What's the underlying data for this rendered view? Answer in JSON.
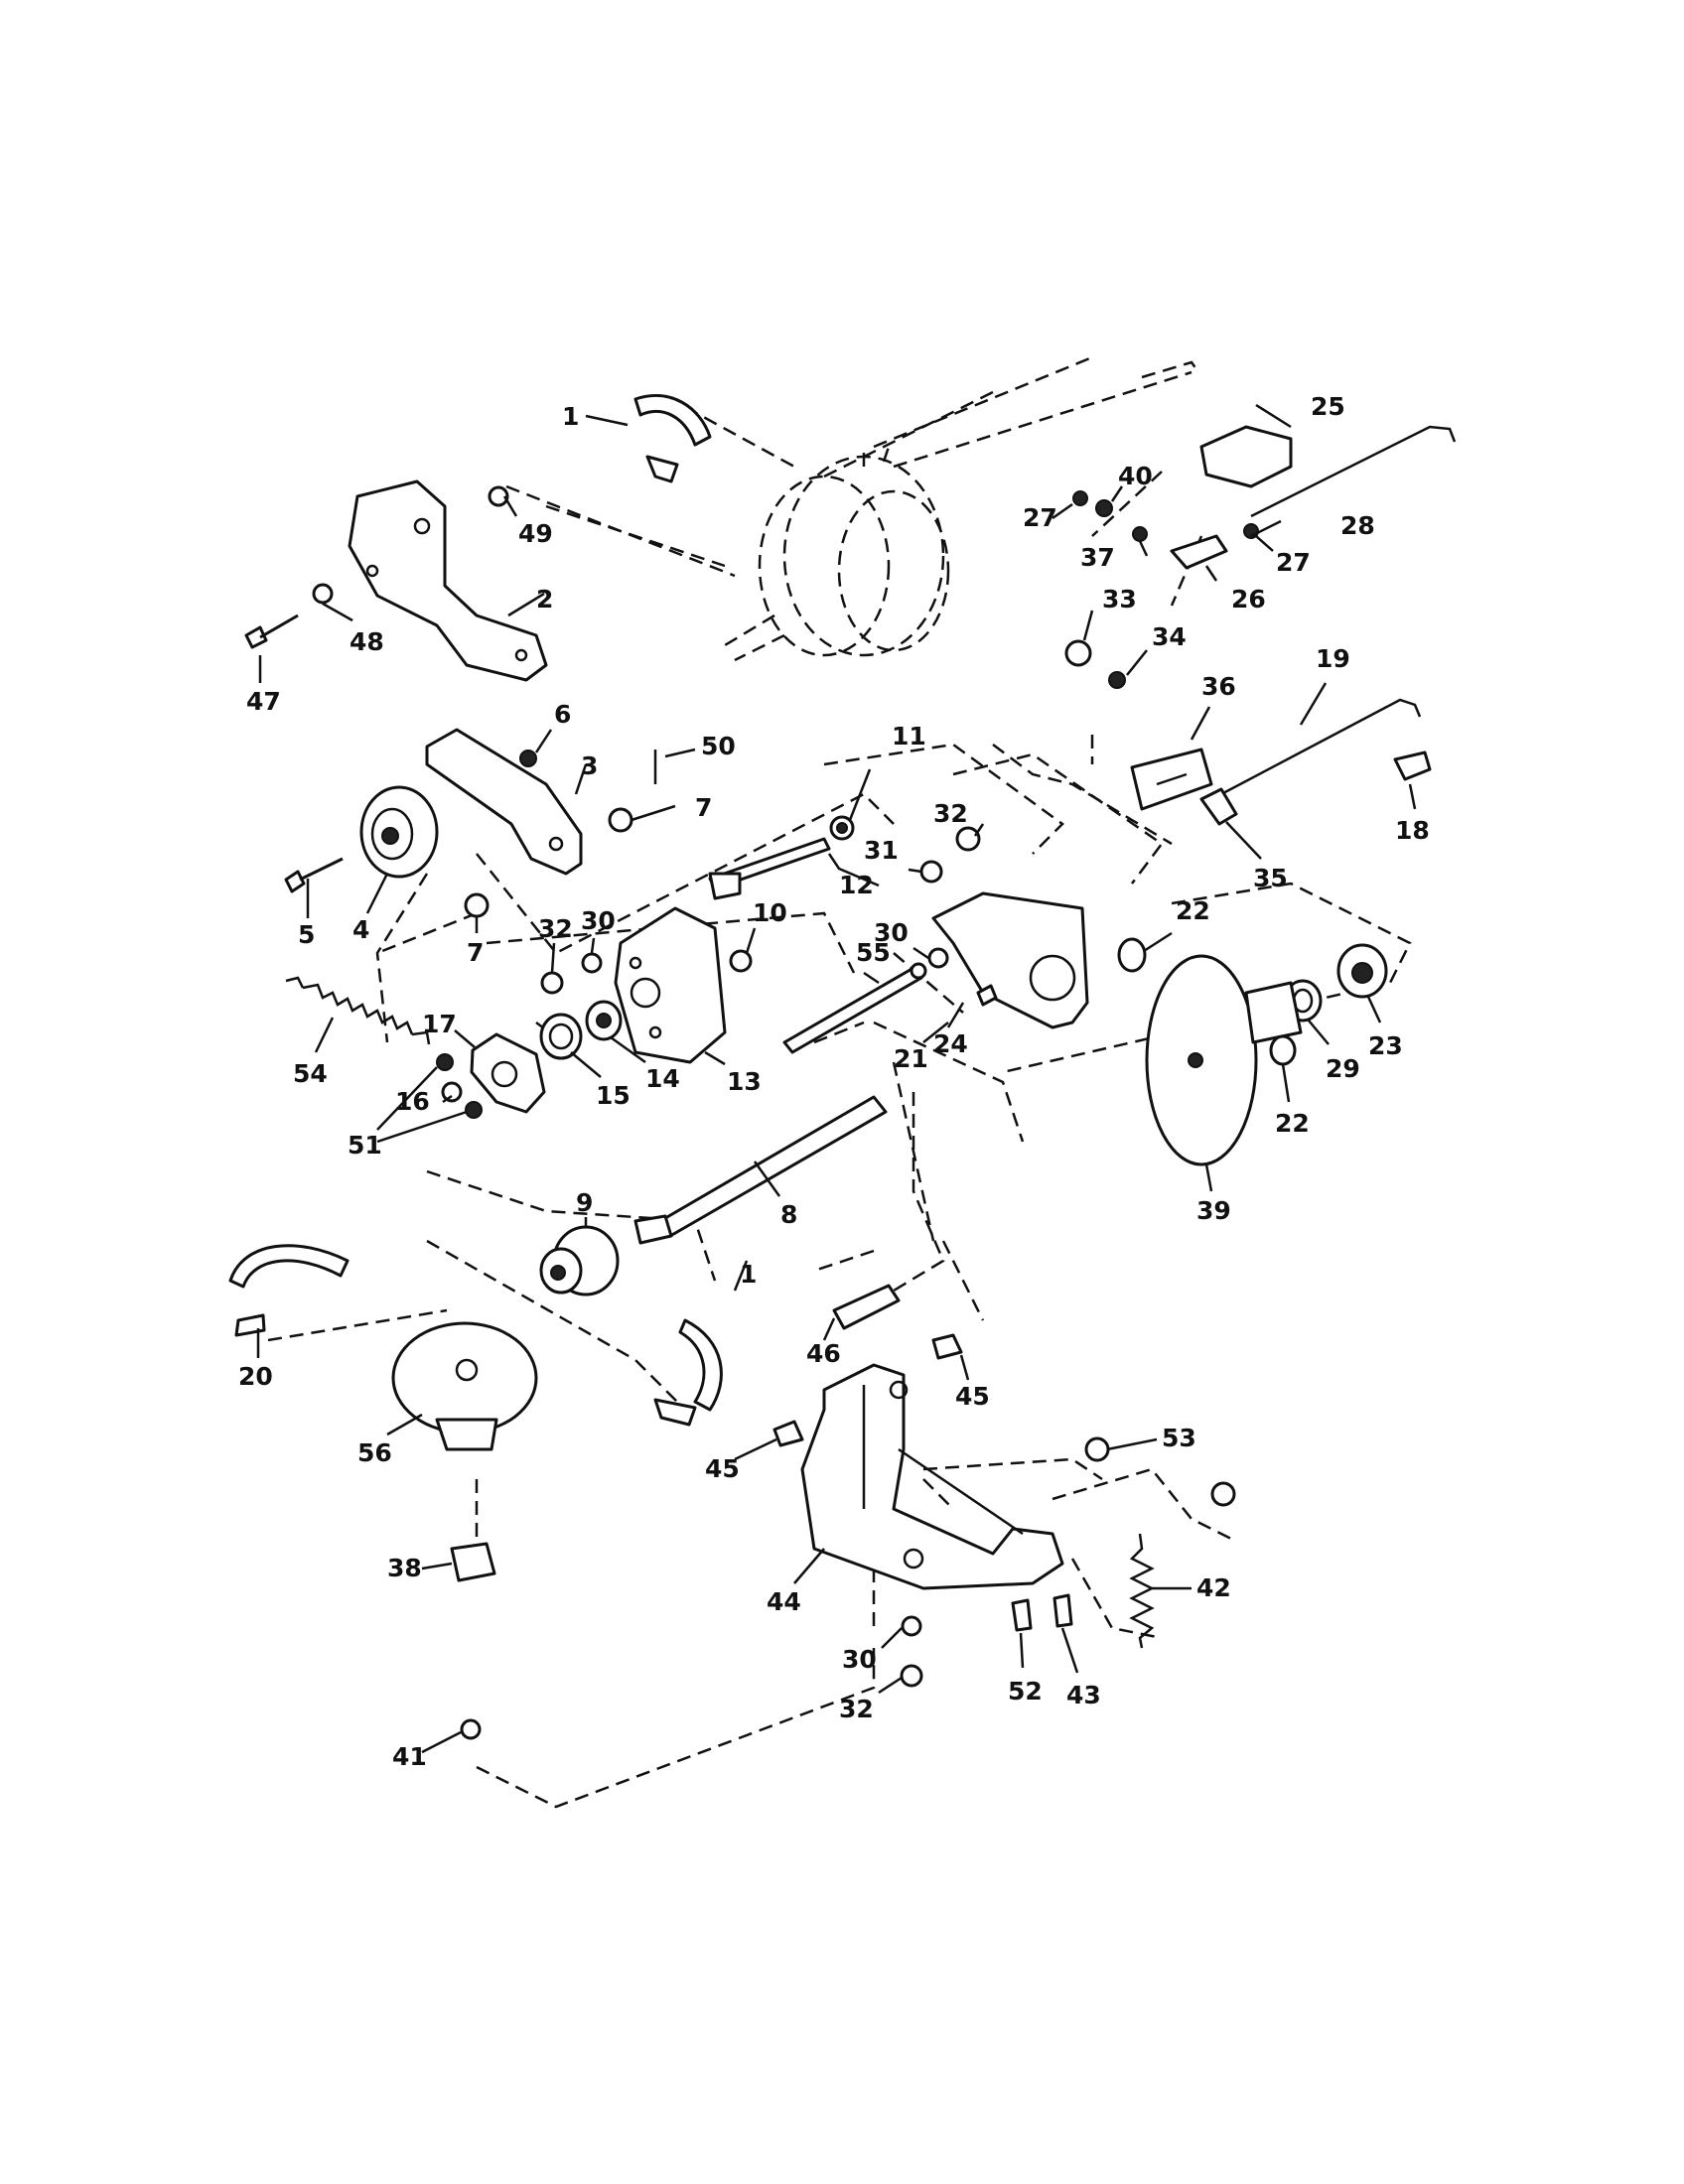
{
  "callouts": [
    {
      "id": "c1a",
      "text": "1"
    },
    {
      "id": "c2",
      "text": "2"
    },
    {
      "id": "c49",
      "text": "49"
    },
    {
      "id": "c47",
      "text": "47"
    },
    {
      "id": "c48",
      "text": "48"
    },
    {
      "id": "c25",
      "text": "25"
    },
    {
      "id": "c40",
      "text": "40"
    },
    {
      "id": "c27a",
      "text": "27"
    },
    {
      "id": "c37",
      "text": "37"
    },
    {
      "id": "c28",
      "text": "28"
    },
    {
      "id": "c26",
      "text": "26"
    },
    {
      "id": "c27b",
      "text": "27"
    },
    {
      "id": "c33",
      "text": "33"
    },
    {
      "id": "c34",
      "text": "34"
    },
    {
      "id": "c36",
      "text": "36"
    },
    {
      "id": "c19",
      "text": "19"
    },
    {
      "id": "c18",
      "text": "18"
    },
    {
      "id": "c35",
      "text": "35"
    },
    {
      "id": "c6",
      "text": "6"
    },
    {
      "id": "c50",
      "text": "50"
    },
    {
      "id": "c3",
      "text": "3"
    },
    {
      "id": "c7a",
      "text": "7"
    },
    {
      "id": "c7b",
      "text": "7"
    },
    {
      "id": "c4",
      "text": "4"
    },
    {
      "id": "c5",
      "text": "5"
    },
    {
      "id": "c11",
      "text": "11"
    },
    {
      "id": "c12",
      "text": "12"
    },
    {
      "id": "c32a",
      "text": "32"
    },
    {
      "id": "c31",
      "text": "31"
    },
    {
      "id": "c32b",
      "text": "32"
    },
    {
      "id": "c30a",
      "text": "30"
    },
    {
      "id": "c10",
      "text": "10"
    },
    {
      "id": "c55",
      "text": "55"
    },
    {
      "id": "c30b",
      "text": "30"
    },
    {
      "id": "c22a",
      "text": "22"
    },
    {
      "id": "c21",
      "text": "21"
    },
    {
      "id": "c24",
      "text": "24"
    },
    {
      "id": "c23",
      "text": "23"
    },
    {
      "id": "c29",
      "text": "29"
    },
    {
      "id": "c22b",
      "text": "22"
    },
    {
      "id": "c39",
      "text": "39"
    },
    {
      "id": "c54",
      "text": "54"
    },
    {
      "id": "c17",
      "text": "17"
    },
    {
      "id": "c16",
      "text": "16"
    },
    {
      "id": "c51",
      "text": "51"
    },
    {
      "id": "c15",
      "text": "15"
    },
    {
      "id": "c14",
      "text": "14"
    },
    {
      "id": "c13",
      "text": "13"
    },
    {
      "id": "c9",
      "text": "9"
    },
    {
      "id": "c8",
      "text": "8"
    },
    {
      "id": "c1b",
      "text": "1"
    },
    {
      "id": "c20",
      "text": "20"
    },
    {
      "id": "c56",
      "text": "56"
    },
    {
      "id": "c46",
      "text": "46"
    },
    {
      "id": "c45a",
      "text": "45"
    },
    {
      "id": "c45b",
      "text": "45"
    },
    {
      "id": "c53",
      "text": "53"
    },
    {
      "id": "c42",
      "text": "42"
    },
    {
      "id": "c38",
      "text": "38"
    },
    {
      "id": "c44",
      "text": "44"
    },
    {
      "id": "c30c",
      "text": "30"
    },
    {
      "id": "c32c",
      "text": "32"
    },
    {
      "id": "c52",
      "text": "52"
    },
    {
      "id": "c43",
      "text": "43"
    },
    {
      "id": "c41",
      "text": "41"
    }
  ]
}
